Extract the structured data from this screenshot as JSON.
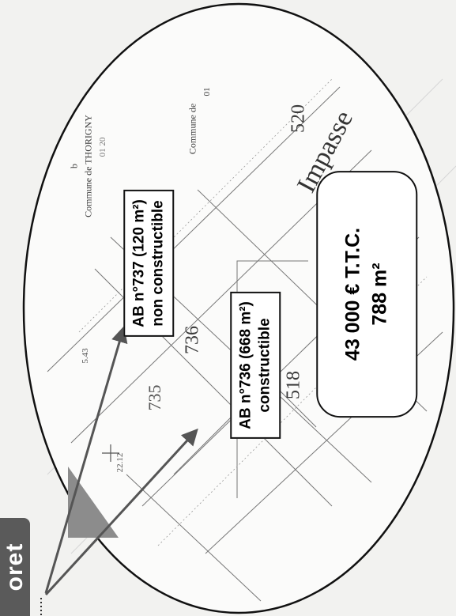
{
  "brand_tab": {
    "text": "oret"
  },
  "parcels": {
    "ab737": {
      "line1": "AB n°737 (120 m²)",
      "line2": "non constructible"
    },
    "ab736": {
      "line1": "AB n°736 (668 m²)",
      "line2": "constructible"
    }
  },
  "price_box": {
    "price": "43 000 € T.T.C.",
    "area": "788 m²"
  },
  "plan_labels": {
    "commune_thorigny": "Commune de THORIGNY",
    "commune_de": "Commune de",
    "commune_code": "01",
    "letter_b": "b",
    "code_0120": "01 20",
    "num_520": "520",
    "num_736": "736",
    "num_735": "735",
    "num_518": "518",
    "impasse": "Impasse",
    "dim_543": "5.43",
    "dim_2212": "22.12"
  },
  "colors": {
    "tab_bg": "#5a5a5a",
    "arrow": "#555555",
    "triangle": "#8c8c8c"
  }
}
